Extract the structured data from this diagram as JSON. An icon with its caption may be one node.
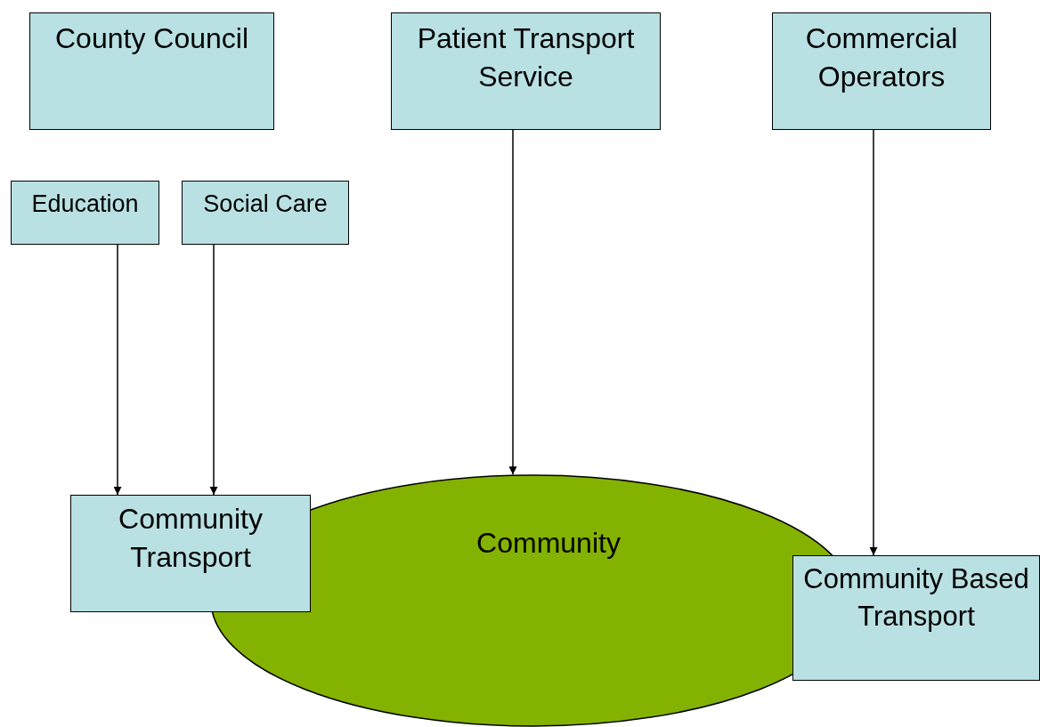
{
  "diagram": {
    "nodes": [
      {
        "text": [
          "County Council"
        ]
      },
      {
        "text": [
          "Patient Transport Service"
        ]
      },
      {
        "text": [
          "Commercial Operators"
        ]
      },
      {
        "text": [
          "Education"
        ]
      },
      {
        "text": [
          "Social Care"
        ]
      },
      {
        "text": [
          "Community Transport"
        ]
      },
      {
        "text": [
          "Community"
        ]
      },
      {
        "text": [
          "Community Based Transport"
        ]
      }
    ],
    "edges": [
      {
        "from": 3,
        "to": 5,
        "arrow": "to"
      },
      {
        "from": 4,
        "to": 5,
        "arrow": "to"
      },
      {
        "from": 1,
        "to": 6,
        "arrow": "to"
      },
      {
        "from": 2,
        "to": 7,
        "arrow": "to"
      }
    ]
  }
}
